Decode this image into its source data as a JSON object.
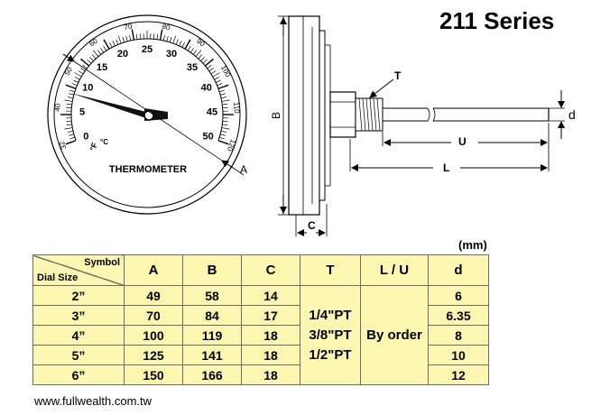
{
  "header": {
    "series_title": "211 Series"
  },
  "dial": {
    "name": "THERMOMETER",
    "outer_scale_f": [
      "32",
      "40",
      "50",
      "60",
      "70",
      "80",
      "90",
      "100",
      "110",
      "120"
    ],
    "inner_scale_c": [
      "0",
      "5",
      "10",
      "15",
      "20",
      "25",
      "30",
      "35",
      "40",
      "45",
      "50"
    ],
    "unit_f": "°F",
    "unit_c": "°C"
  },
  "dimensions": {
    "A": "A",
    "B": "B",
    "C": "C",
    "T": "T",
    "U": "U",
    "L": "L",
    "d": "d"
  },
  "table": {
    "unit": "(mm)",
    "corner_symbol": "Symbol",
    "corner_dial_size": "Dial Size",
    "headers": [
      "A",
      "B",
      "C",
      "T",
      "L / U",
      "d"
    ],
    "rows": [
      {
        "size": "2”",
        "A": "49",
        "B": "58",
        "C": "14",
        "d": "6"
      },
      {
        "size": "3”",
        "A": "70",
        "B": "84",
        "C": "17",
        "d": "6.35"
      },
      {
        "size": "4”",
        "A": "100",
        "B": "119",
        "C": "18",
        "d": "8"
      },
      {
        "size": "5”",
        "A": "125",
        "B": "141",
        "C": "18",
        "d": "10"
      },
      {
        "size": "6”",
        "A": "150",
        "B": "166",
        "C": "18",
        "d": "12"
      }
    ],
    "thread_options": [
      "1/4\"PT",
      "3/8\"PT",
      "1/2\"PT"
    ],
    "lu_value": "By order"
  },
  "footer": {
    "website": "www.fullwealth.com.tw"
  }
}
